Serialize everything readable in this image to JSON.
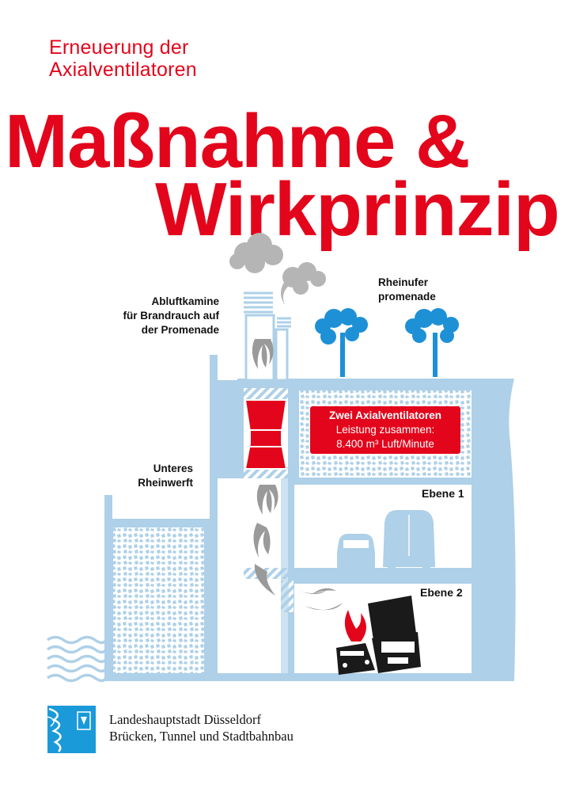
{
  "header": {
    "subtitle_line1": "Erneuerung der",
    "subtitle_line2": "Axialventilatoren",
    "title_line1": "Maßnahme &",
    "title_line2": "Wirkprinzip"
  },
  "labels": {
    "chimney_line1": "Abluftkamine",
    "chimney_line2": "für Brandrauch auf",
    "chimney_line3": "der Promenade",
    "promenade_line1": "Rheinufer",
    "promenade_line2": "promenade",
    "wharf_line1": "Unteres",
    "wharf_line2": "Rheinwerft",
    "level1": "Ebene 1",
    "level2": "Ebene 2"
  },
  "infobox": {
    "title": "Zwei Axialventilatoren",
    "line2": "Leistung zusammen:",
    "line3": "8.400 m³ Luft/Minute"
  },
  "footer": {
    "line1": "Landeshauptstadt Düsseldorf",
    "line2": "Brücken, Tunnel und Stadtbahnbau"
  },
  "icons": {
    "smoke": "smoke-cloud-icon",
    "tree": "tree-icon",
    "fan": "axial-fan-icon",
    "car": "car-icon",
    "van": "van-icon",
    "truck": "truck-icon",
    "fire": "flame-icon",
    "water": "water-waves-icon",
    "logo": "duesseldorf-logo-icon"
  },
  "colors": {
    "accent_red": "#e3051b",
    "structure_blue": "#aed0e8",
    "tree_blue": "#1e90d6",
    "smoke_gray": "#a6a6a6",
    "logo_blue": "#1a9ad9"
  }
}
